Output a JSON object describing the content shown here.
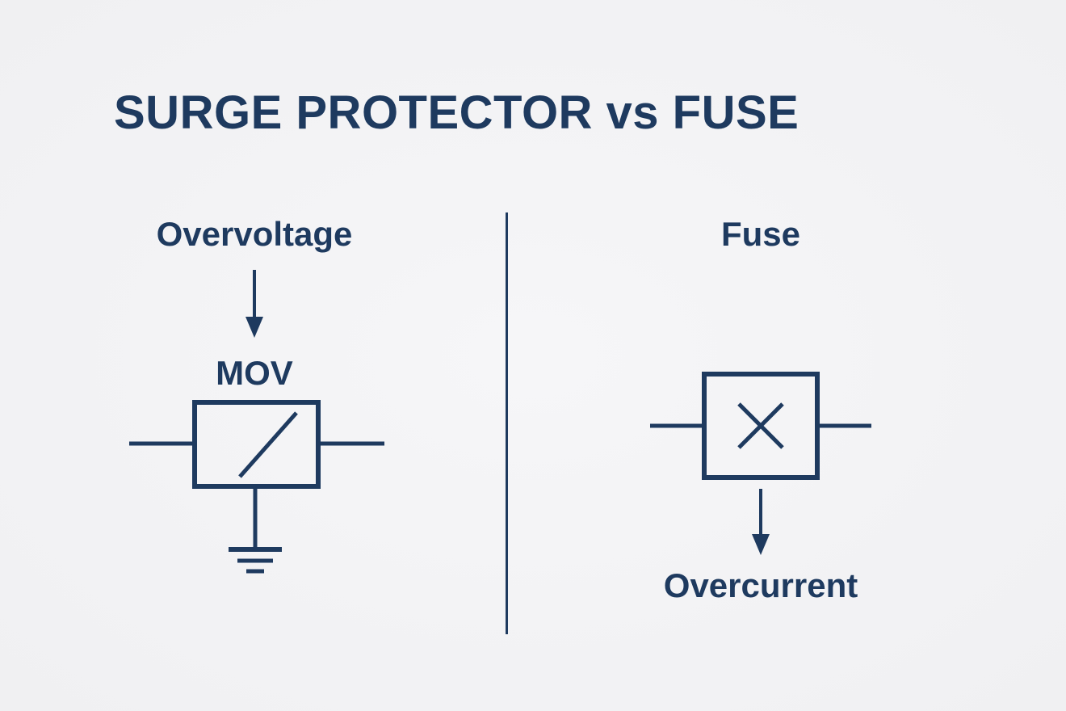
{
  "title": "SURGE PROTECTOR vs FUSE",
  "colors": {
    "background": "#f3f3f5",
    "ink": "#1e3a5f"
  },
  "left_panel": {
    "cause_label": "Overvoltage",
    "component_label": "MOV",
    "symbol": "mov-varistor-box-with-ground",
    "flow": "Overvoltage -> MOV -> ground"
  },
  "right_panel": {
    "component_label": "Fuse",
    "effect_label": "Overcurrent",
    "symbol": "fuse-box-with-x",
    "flow": "Fuse -> Overcurrent"
  }
}
